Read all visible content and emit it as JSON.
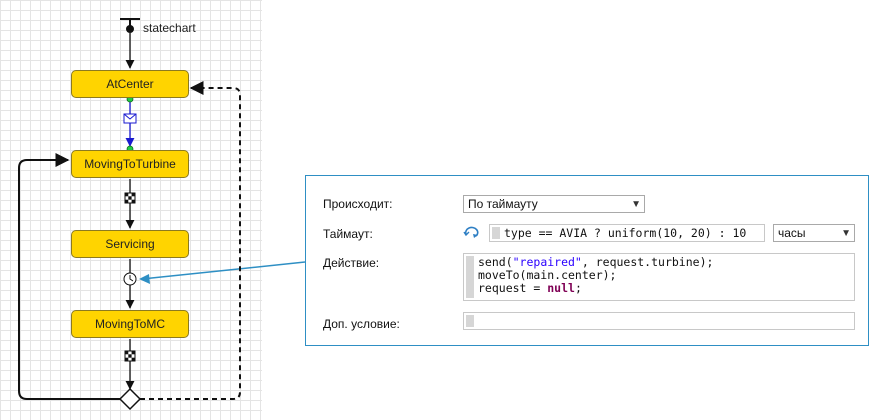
{
  "diagram": {
    "statechart_label": "statechart",
    "states": {
      "at_center": "AtCenter",
      "moving_to_turbine": "MovingToTurbine",
      "servicing": "Servicing",
      "moving_to_mc": "MovingToMC"
    }
  },
  "panel": {
    "occurs_label": "Происходит:",
    "occurs_value": "По таймауту",
    "timeout_label": "Таймаут:",
    "timeout_expr": "type == AVIA ? uniform(10, 20) : 10",
    "timeout_unit": "часы",
    "action_label": "Действие:",
    "action_code": {
      "l1_a": "send(",
      "l1_str": "\"repaired\"",
      "l1_b": ", request.turbine);",
      "l2": "moveTo(main.center);",
      "l3_a": "request = ",
      "l3_kw": "null",
      "l3_b": ";"
    },
    "condition_label": "Доп. условие:",
    "condition_value": ""
  },
  "colors": {
    "state_fill": "#ffd400",
    "panel_border": "#2e8fc4",
    "message_trigger": "#1a1ad0",
    "port_green": "#22cc44"
  },
  "icons": {
    "message": "envelope-icon",
    "condition": "checkered-flag-icon",
    "timeout": "clock-icon",
    "branch": "diamond-branch",
    "sync": "sync-arrows-icon"
  }
}
